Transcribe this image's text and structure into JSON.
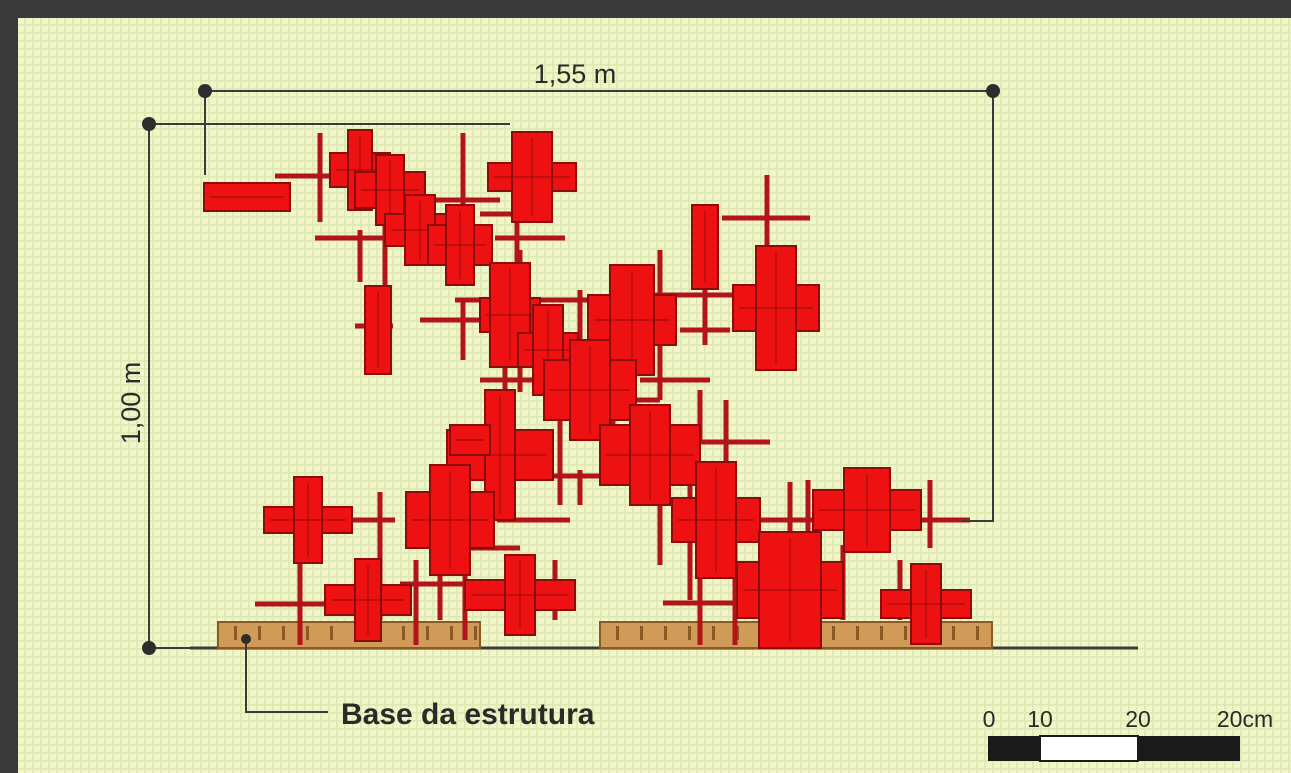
{
  "labels": {
    "width": "1,55 m",
    "height": "1,00 m",
    "base": "Base da estrutura"
  },
  "scale_bar": {
    "ticks": [
      "0",
      "10",
      "20",
      "20cm"
    ],
    "segments": [
      "black",
      "white",
      "black"
    ]
  },
  "colors": {
    "background": "#f1f5c8",
    "grid": "#dce7b0",
    "frame": "#3a3a3a",
    "module_fill": "#ee1111",
    "module_edge": "#8a0c0c",
    "rod": "#b2141a",
    "base_fill": "#d09a58",
    "base_edge": "#8a5a24",
    "dimension_line": "#3a3a3a"
  },
  "icons": {
    "dimension_endpoint": "dot-marker",
    "leader_endpoint": "dot-marker"
  }
}
